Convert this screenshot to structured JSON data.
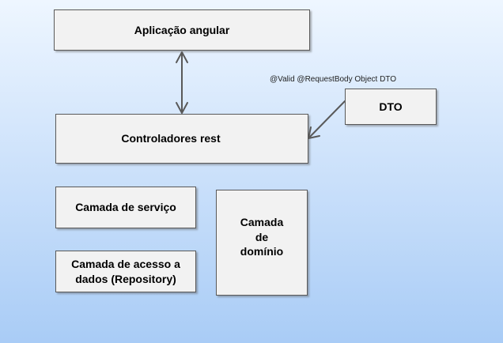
{
  "boxes": {
    "angular": "Aplicação angular",
    "rest": "Controladores rest",
    "dto": "DTO",
    "servico": "Camada de serviço",
    "dados": "Camada de acesso a dados (Repository)",
    "dominio": "Camada\nde\ndomínio"
  },
  "annotation": "@Valid @RequestBody Object DTO",
  "colors": {
    "box_fill": "#f2f2f2",
    "box_border": "#595959",
    "connector": "#595959"
  }
}
